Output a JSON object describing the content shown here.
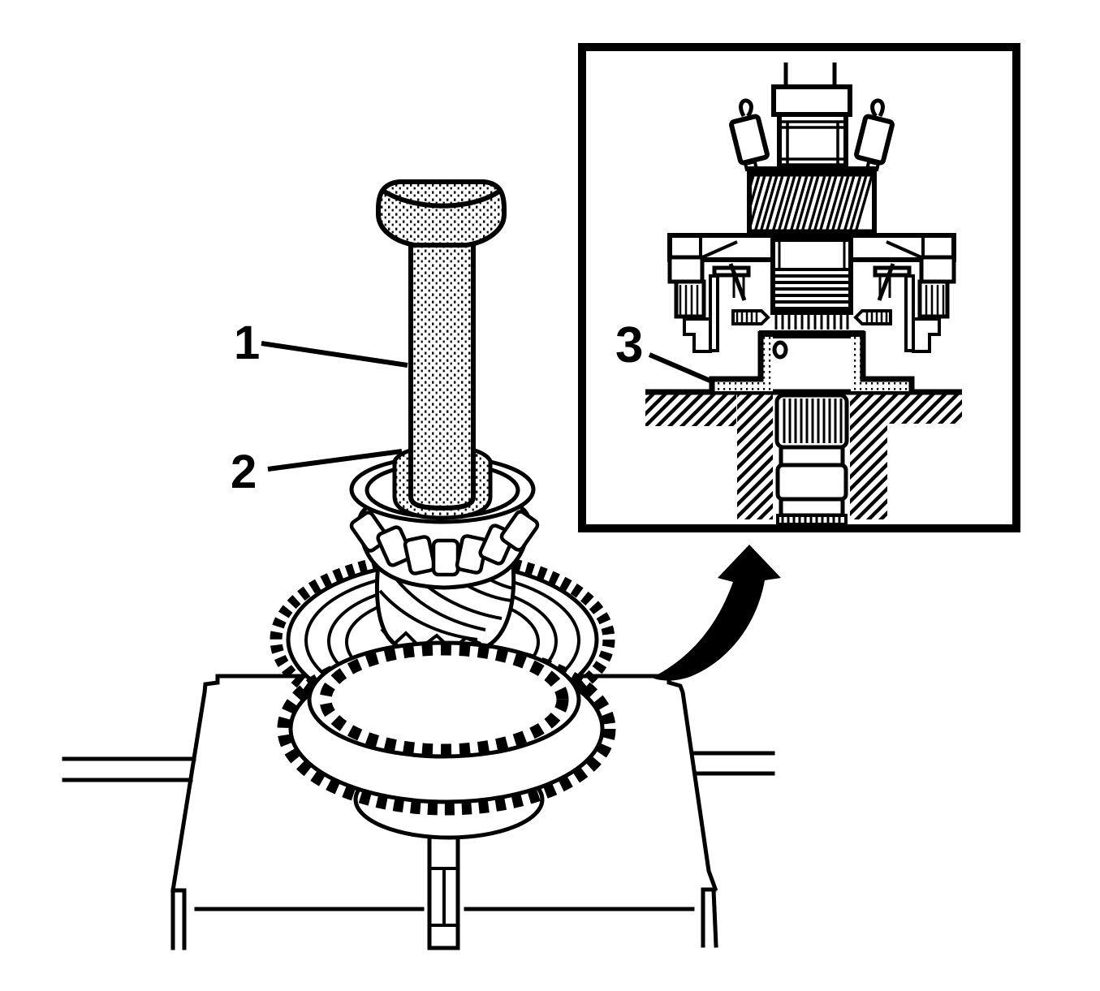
{
  "figure": {
    "background_color": "#ffffff",
    "line_color": "#000000",
    "callouts": [
      {
        "label": "1"
      },
      {
        "label": "2"
      },
      {
        "label": "3"
      }
    ]
  }
}
